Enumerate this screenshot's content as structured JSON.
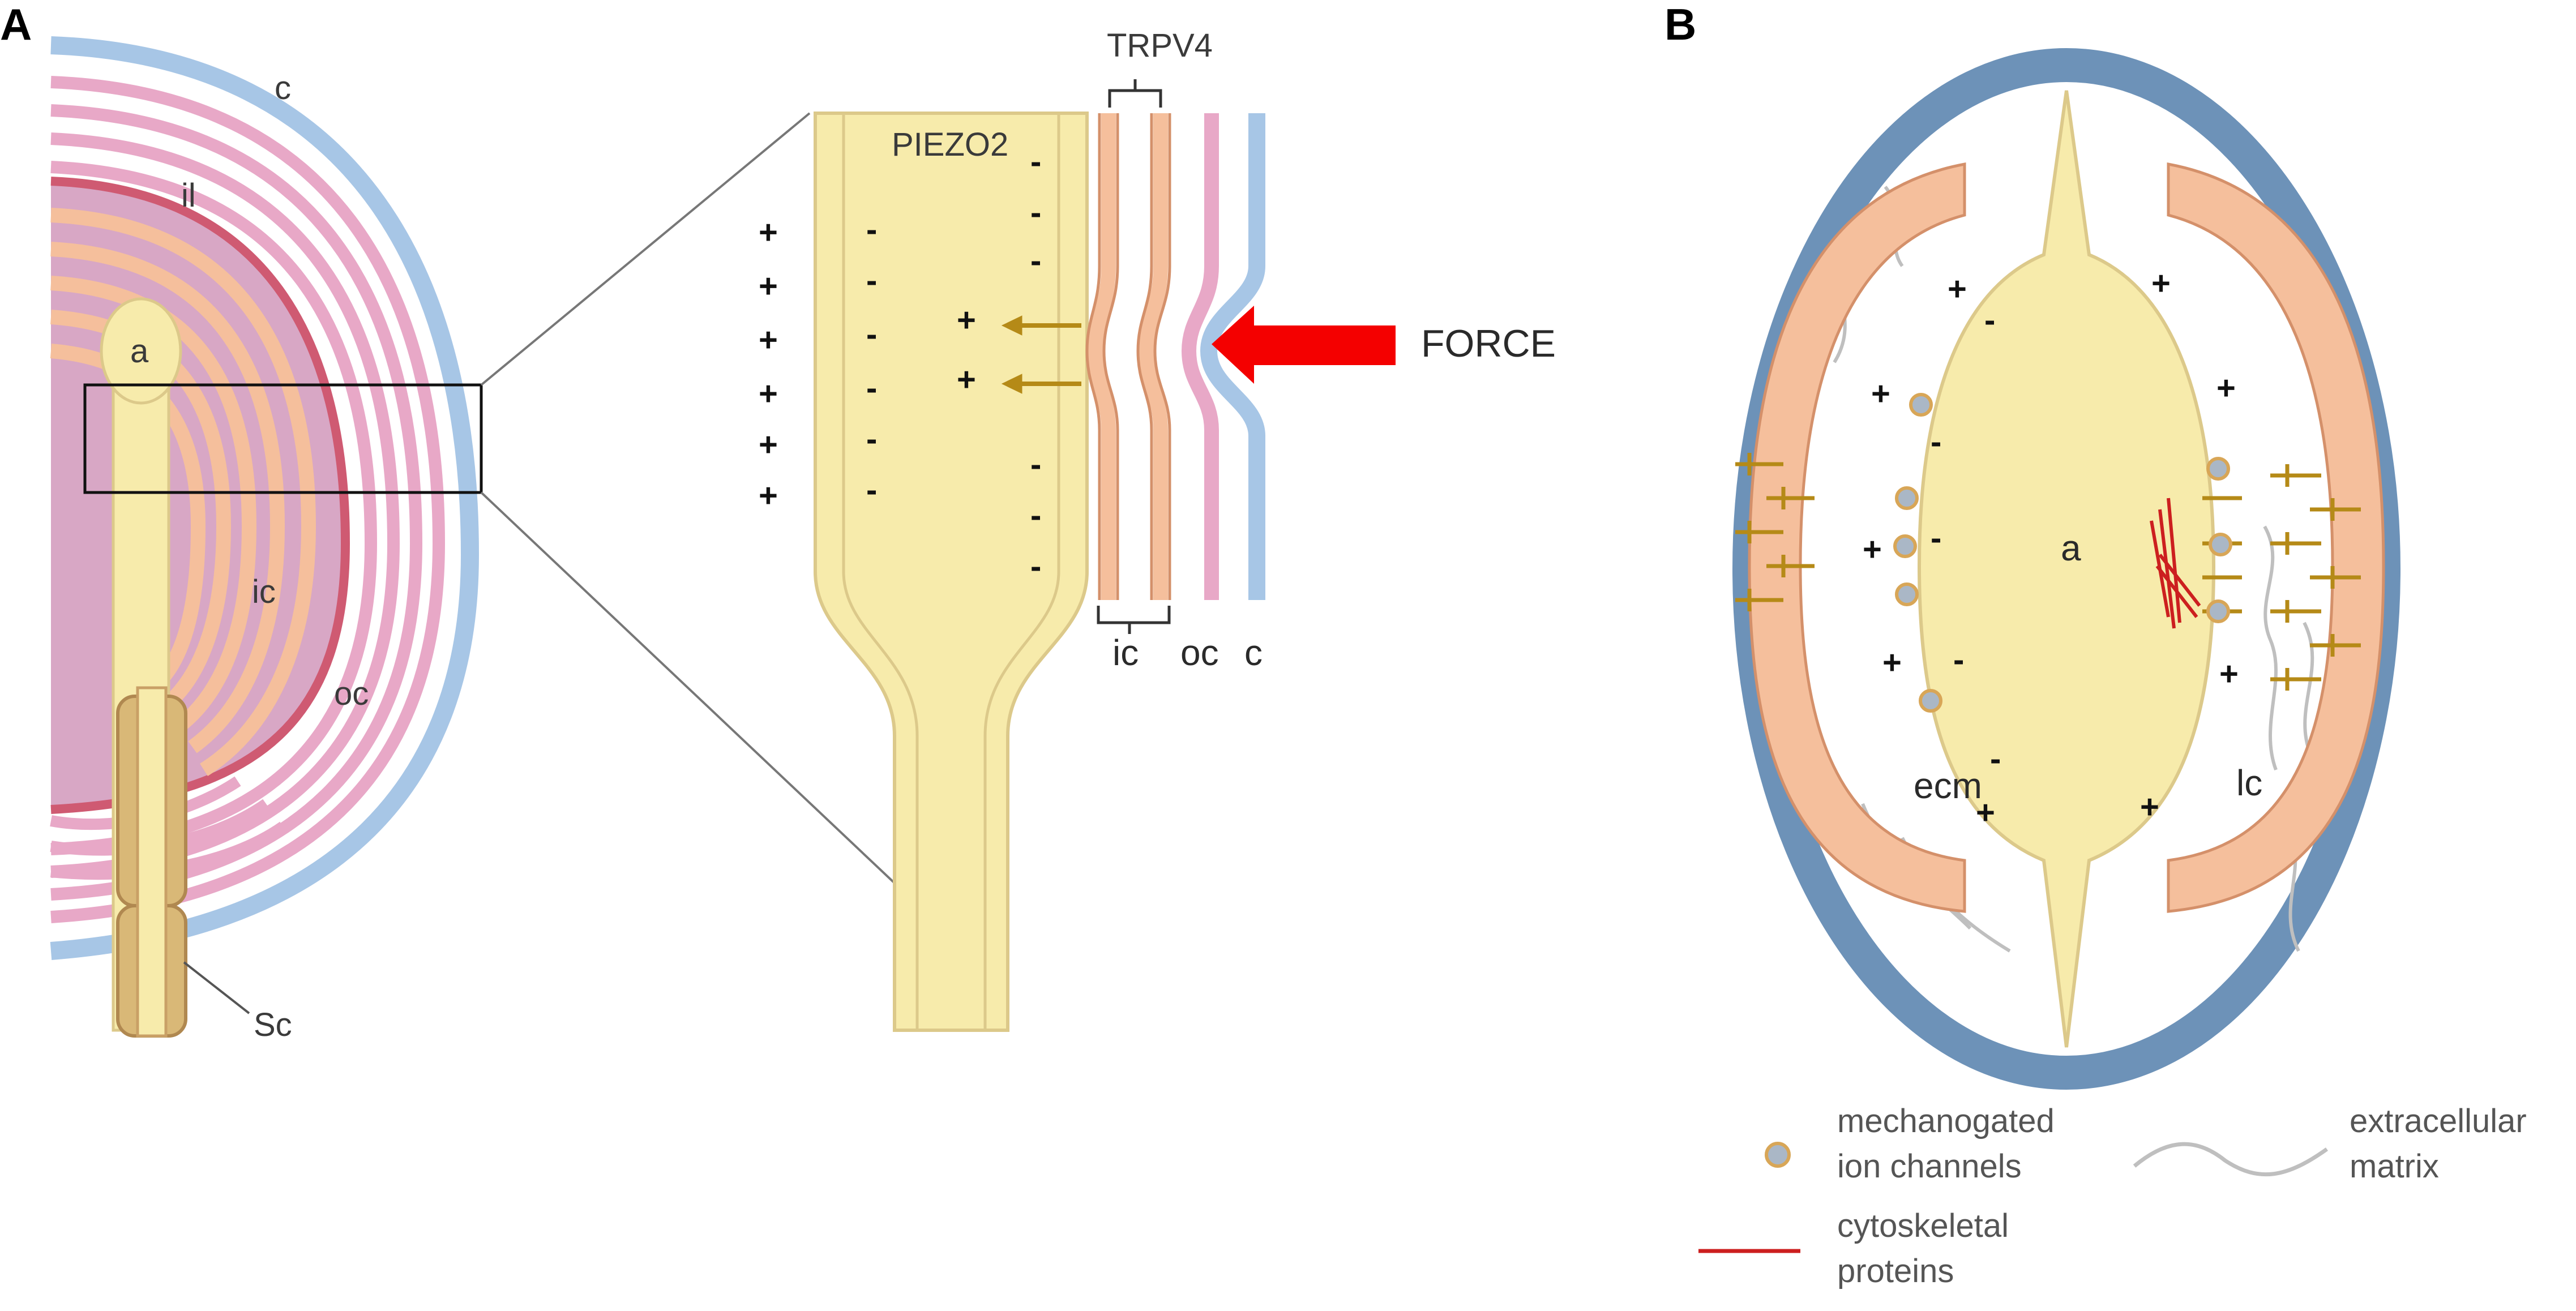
{
  "panels": {
    "a": "A",
    "b": "B"
  },
  "panel_a": {
    "labels": {
      "capsule": "c",
      "inner_layer": "il",
      "axon": "a",
      "inner_core": "ic",
      "outer_core": "oc",
      "schwann_cell": "Sc"
    },
    "inset": {
      "piezo": "PIEZO2",
      "trpv": "TRPV4",
      "force": "FORCE",
      "ic": "ic",
      "oc": "oc",
      "c": "c",
      "plus": "+",
      "minus": "-"
    }
  },
  "panel_b": {
    "labels": {
      "axon": "a",
      "ecm": "ecm",
      "lamellar_cell": "lc"
    },
    "plus": "+",
    "minus": "-"
  },
  "legend": {
    "ion_line1": "mechanogated",
    "ion_line2": "ion channels",
    "ecm_line1": "extracellular",
    "ecm_line2": "matrix",
    "cyto_line1": "cytoskeletal",
    "cyto_line2": "proteins"
  },
  "colors": {
    "capsule_blue": "#a7c6e6",
    "capsule_stroke": "#7ea6d2",
    "outer_core_pink": "#e8a8c7",
    "inner_layer_red": "#cf5a72",
    "inner_core_orange": "#f5bf9c",
    "inner_core_stroke": "#d4906a",
    "core_fill_purple": "#d8a7c5",
    "axon_yellow": "#f7ebab",
    "axon_stroke": "#dcc98a",
    "schwann_brown": "#c9a066",
    "force_red": "#f40000",
    "arrow_gold": "#b58a17",
    "dark_blue_capsule": "#6d92b8",
    "cytoskeleton_red": "#cc1f1f",
    "channel_fill": "#aab7c6",
    "ecm_grey": "#bfbfbf"
  }
}
